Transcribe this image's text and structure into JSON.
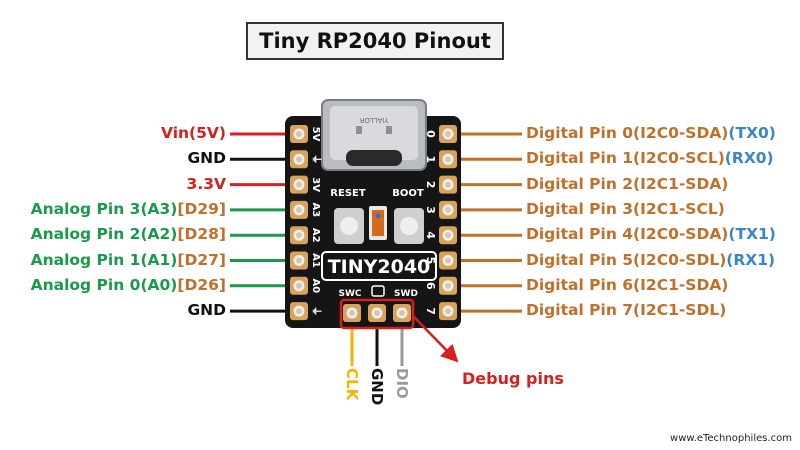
{
  "title": "Tiny RP2040 Pinout",
  "watermark": "www.eTechnophiles.com",
  "colors": {
    "power": "#d62020",
    "ground": "#111111",
    "analog": "#1a9a4a",
    "digital": "#c0702a",
    "uart": "#3a86c8",
    "clk": "#f4b400",
    "dio": "#9a9a9a",
    "debug": "#d62020"
  },
  "board": {
    "name": "TINY2040",
    "reset_label": "RESET",
    "boot_label": "BOOT",
    "swc_label": "SWC",
    "swd_label": "SWD",
    "usb_label": "YIALLOR",
    "left_silk": [
      "5V",
      "⏚",
      "3V",
      "A3",
      "A2",
      "A1",
      "A0",
      "⏚"
    ],
    "right_silk": [
      "0",
      "1",
      "2",
      "3",
      "4",
      "5",
      "6",
      "7"
    ]
  },
  "left_pins": [
    {
      "parts": [
        {
          "text": "Vin(5V)",
          "c": "power"
        }
      ],
      "wire": "power"
    },
    {
      "parts": [
        {
          "text": "GND",
          "c": "ground"
        }
      ],
      "wire": "ground"
    },
    {
      "parts": [
        {
          "text": "3.3V",
          "c": "power"
        }
      ],
      "wire": "power"
    },
    {
      "parts": [
        {
          "text": "Analog Pin 3(A3)",
          "c": "analog"
        },
        {
          "text": "[D29]",
          "c": "digital"
        }
      ],
      "wire": "analog"
    },
    {
      "parts": [
        {
          "text": "Analog Pin 2(A2)",
          "c": "analog"
        },
        {
          "text": "[D28]",
          "c": "digital"
        }
      ],
      "wire": "analog"
    },
    {
      "parts": [
        {
          "text": "Analog Pin 1(A1)",
          "c": "analog"
        },
        {
          "text": "[D27]",
          "c": "digital"
        }
      ],
      "wire": "analog"
    },
    {
      "parts": [
        {
          "text": "Analog Pin 0(A0)",
          "c": "analog"
        },
        {
          "text": "[D26]",
          "c": "digital"
        }
      ],
      "wire": "analog"
    },
    {
      "parts": [
        {
          "text": "GND",
          "c": "ground"
        }
      ],
      "wire": "ground"
    }
  ],
  "right_pins": [
    {
      "parts": [
        {
          "text": "Digital Pin 0(I2C0-SDA)",
          "c": "digital"
        },
        {
          "text": "(TX0)",
          "c": "uart"
        }
      ]
    },
    {
      "parts": [
        {
          "text": "Digital Pin 1(I2C0-SCL)",
          "c": "digital"
        },
        {
          "text": "(RX0)",
          "c": "uart"
        }
      ]
    },
    {
      "parts": [
        {
          "text": "Digital Pin 2(I2C1-SDA)",
          "c": "digital"
        }
      ]
    },
    {
      "parts": [
        {
          "text": "Digital Pin 3(I2C1-SCL)",
          "c": "digital"
        }
      ]
    },
    {
      "parts": [
        {
          "text": "Digital Pin 4(I2C0-SDA)",
          "c": "digital"
        },
        {
          "text": "(TX1)",
          "c": "uart"
        }
      ]
    },
    {
      "parts": [
        {
          "text": "Digital Pin 5(I2C0-SDL)",
          "c": "digital"
        },
        {
          "text": "(RX1)",
          "c": "uart"
        }
      ]
    },
    {
      "parts": [
        {
          "text": "Digital Pin 6(I2C1-SDA)",
          "c": "digital"
        }
      ]
    },
    {
      "parts": [
        {
          "text": "Digital Pin 7(I2C1-SDL)",
          "c": "digital"
        }
      ]
    }
  ],
  "debug_pins": [
    {
      "label": "CLK",
      "c": "clk"
    },
    {
      "label": "GND",
      "c": "ground"
    },
    {
      "label": "DIO",
      "c": "dio"
    }
  ],
  "debug_label": "Debug pins"
}
